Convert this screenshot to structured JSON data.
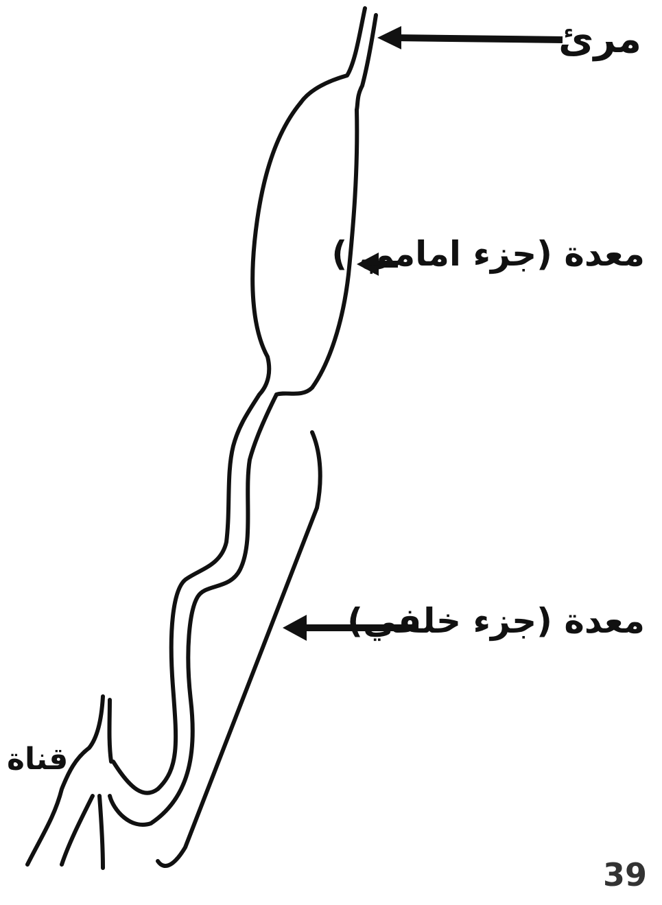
{
  "labels": {
    "esophagus": "مرئ",
    "stomach_front": "معدة (جزء امامي )",
    "stomach_back": "معدة (جزء خلفي)",
    "duct": "قناة"
  },
  "page_number": "39",
  "colors": {
    "stroke": "#111111",
    "background": "#ffffff"
  }
}
